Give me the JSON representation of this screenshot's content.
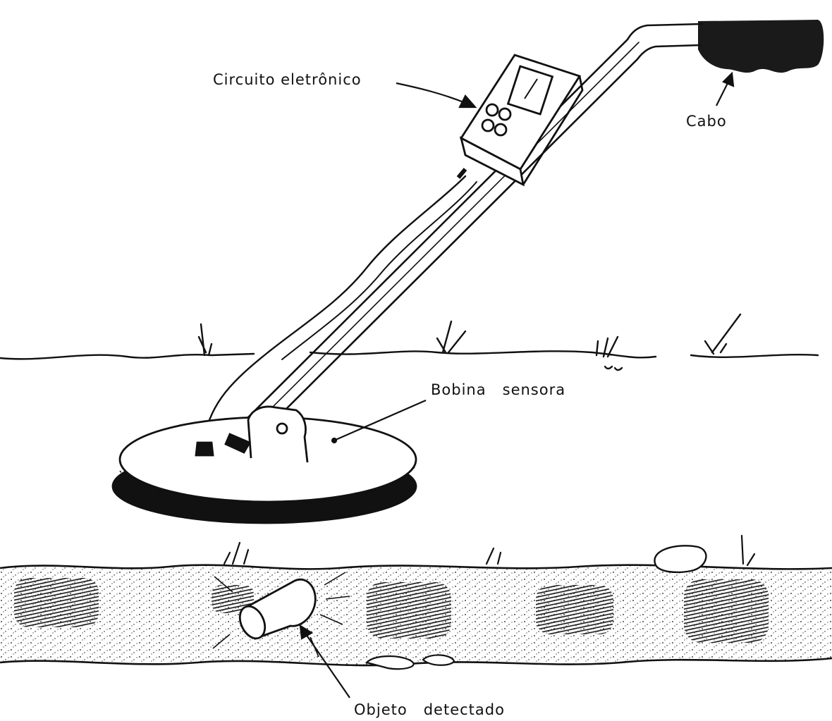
{
  "labels": {
    "circuit": "Circuito eletrônico",
    "handle": "Cabo",
    "coil": "Bobina   sensora",
    "object": "Objeto   detectado"
  },
  "colors": {
    "ink": "#111111",
    "paper": "#ffffff"
  }
}
